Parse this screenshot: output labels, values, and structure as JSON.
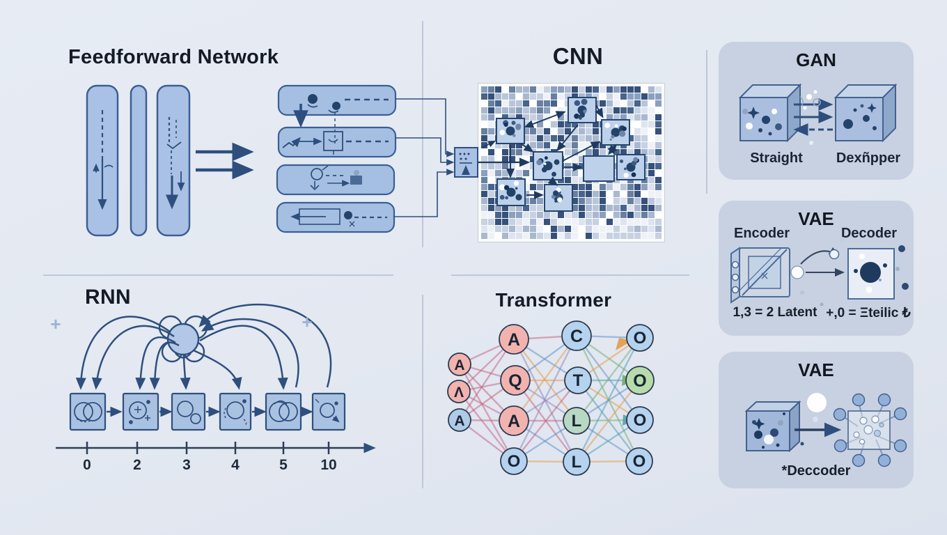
{
  "sections": {
    "feedforward": {
      "title": "Feedforward Network"
    },
    "cnn": {
      "title": "CNN"
    },
    "rnn": {
      "title": "RNN",
      "axis_labels": [
        "0",
        "2",
        "3",
        "4",
        "5",
        "10"
      ],
      "decorations": [
        "+",
        "+"
      ]
    },
    "transformer": {
      "title": "Transformer",
      "columns": [
        {
          "name": "input-tokens",
          "nodes": [
            {
              "label": "A"
            },
            {
              "label": "Λ"
            },
            {
              "label": "A"
            }
          ]
        },
        {
          "name": "query-column",
          "nodes": [
            {
              "label": "A"
            },
            {
              "label": "Q"
            },
            {
              "label": "A"
            },
            {
              "label": "O"
            }
          ]
        },
        {
          "name": "key-column",
          "nodes": [
            {
              "label": "C"
            },
            {
              "label": "T"
            },
            {
              "label": "L"
            },
            {
              "label": "L"
            }
          ]
        },
        {
          "name": "output-column",
          "nodes": [
            {
              "label": "O"
            },
            {
              "label": "O"
            },
            {
              "label": "O"
            },
            {
              "label": "O"
            }
          ]
        }
      ]
    },
    "gan": {
      "title": "GAN",
      "left_label": "Straight",
      "right_label": "Dexñpper"
    },
    "vae1": {
      "title": "VAE",
      "encoder_label": "Encoder",
      "decoder_label": "Decoder",
      "left_caption": "1,3 = 2 Latent",
      "right_caption": "+,0 = Ξteilic ₺"
    },
    "vae2": {
      "title": "VAE",
      "caption": "*Deccoder"
    }
  },
  "colors": {
    "background": "#e3e8f1",
    "card": "#c7d1e1",
    "navy_stroke": "#2e4f7d",
    "bar_fill": "#a9c1e4",
    "node_pink": "#f2b3af",
    "node_blue": "#b5d2ee",
    "node_green": "#b7dbab",
    "link_crimson": "#c2607f",
    "link_blue": "#5b8fc9",
    "link_orange": "#e59a45",
    "link_green": "#6fae6f",
    "link_teal": "#4e9bb3",
    "link_purple": "#8f86b8"
  }
}
